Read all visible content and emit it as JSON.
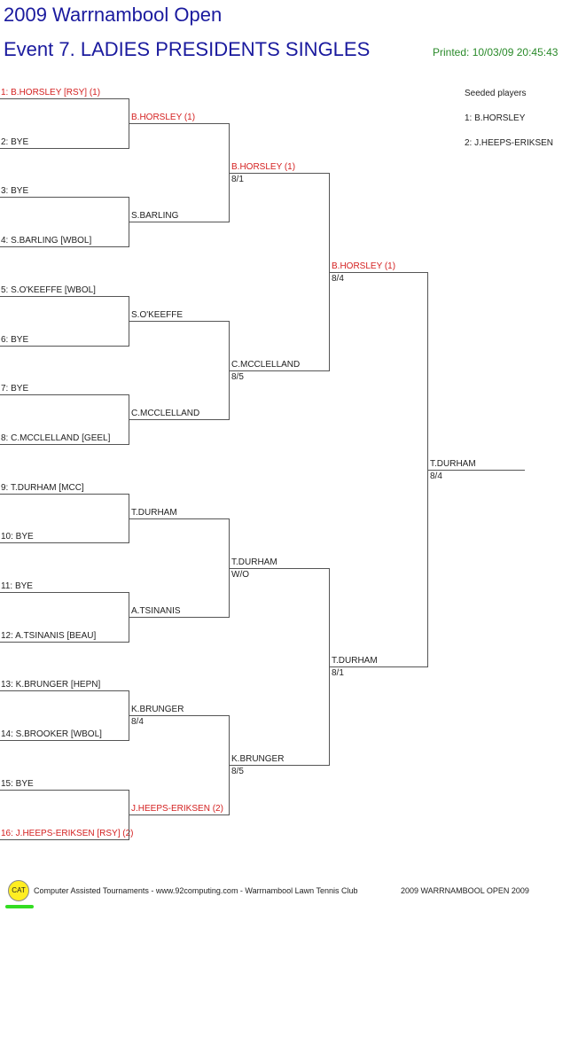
{
  "header": {
    "title": "2009 Warrnambool Open",
    "event": "Event 7. LADIES PRESIDENTS SINGLES",
    "printed": "Printed: 10/03/09 20:45:43"
  },
  "seeds": {
    "title": "Seeded players",
    "list": [
      "1: B.HORSLEY",
      "2: J.HEEPS-ERIKSEN"
    ]
  },
  "colors": {
    "title": "#1a1a9e",
    "seeded": "#d42020",
    "printed": "#2a8a2a"
  },
  "round1": [
    {
      "text": "1: B.HORSLEY [RSY] (1)",
      "seeded": true
    },
    {
      "text": "2: BYE",
      "seeded": false
    },
    {
      "text": "3: BYE",
      "seeded": false
    },
    {
      "text": "4: S.BARLING [WBOL]",
      "seeded": false
    },
    {
      "text": "5: S.O'KEEFFE [WBOL]",
      "seeded": false
    },
    {
      "text": "6: BYE",
      "seeded": false
    },
    {
      "text": "7: BYE",
      "seeded": false
    },
    {
      "text": "8: C.MCCLELLAND [GEEL]",
      "seeded": false
    },
    {
      "text": "9: T.DURHAM [MCC]",
      "seeded": false
    },
    {
      "text": "10: BYE",
      "seeded": false
    },
    {
      "text": "11: BYE",
      "seeded": false
    },
    {
      "text": "12: A.TSINANIS [BEAU]",
      "seeded": false
    },
    {
      "text": "13: K.BRUNGER [HEPN]",
      "seeded": false
    },
    {
      "text": "14: S.BROOKER [WBOL]",
      "seeded": false
    },
    {
      "text": "15: BYE",
      "seeded": false
    },
    {
      "text": "16: J.HEEPS-ERIKSEN [RSY] (2)",
      "seeded": true
    }
  ],
  "round2": [
    {
      "name": "B.HORSLEY (1)",
      "score": "",
      "seeded": true
    },
    {
      "name": "S.BARLING",
      "score": "",
      "seeded": false
    },
    {
      "name": "S.O'KEEFFE",
      "score": "",
      "seeded": false
    },
    {
      "name": "C.MCCLELLAND",
      "score": "",
      "seeded": false
    },
    {
      "name": "T.DURHAM",
      "score": "",
      "seeded": false
    },
    {
      "name": "A.TSINANIS",
      "score": "",
      "seeded": false
    },
    {
      "name": "K.BRUNGER",
      "score": "8/4",
      "seeded": false
    },
    {
      "name": "J.HEEPS-ERIKSEN (2)",
      "score": "",
      "seeded": true
    }
  ],
  "round3": [
    {
      "name": "B.HORSLEY (1)",
      "score": "8/1",
      "seeded": true
    },
    {
      "name": "C.MCCLELLAND",
      "score": "8/5",
      "seeded": false
    },
    {
      "name": "T.DURHAM",
      "score": "W/O",
      "seeded": false
    },
    {
      "name": "K.BRUNGER",
      "score": "8/5",
      "seeded": false
    }
  ],
  "round4": [
    {
      "name": "B.HORSLEY (1)",
      "score": "8/4",
      "seeded": true
    },
    {
      "name": "T.DURHAM",
      "score": "8/1",
      "seeded": false
    }
  ],
  "final": {
    "name": "T.DURHAM",
    "score": "8/4",
    "seeded": false
  },
  "footer": {
    "logo": "CAT",
    "credits": "Computer Assisted Tournaments - www.92computing.com -  Warrnambool Lawn Tennis Club",
    "event_name": "2009 WARRNAMBOOL OPEN 2009"
  }
}
